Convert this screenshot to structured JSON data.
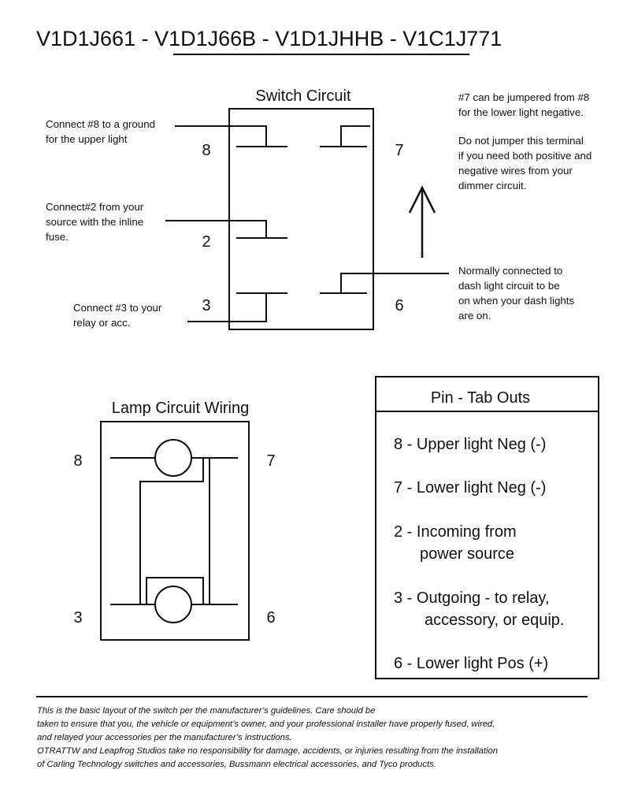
{
  "title": {
    "part1": "V1D1J661",
    "sep1": " - ",
    "part2": "V1D1J66B",
    "sep2": " - ",
    "part3": "V1D1JHHB",
    "sep3": " - ",
    "part4": "V1C1J771"
  },
  "switch_circuit": {
    "title": "Switch Circuit",
    "pins": {
      "p8": "8",
      "p7": "7",
      "p2": "2",
      "p3": "3",
      "p6": "6"
    },
    "notes": {
      "n8": [
        "Connect #8 to a ground",
        "for the upper light"
      ],
      "n2": [
        "Connect#2 from your",
        "source with the inline",
        "fuse."
      ],
      "n3": [
        "Connect #3 to your",
        "relay or acc."
      ],
      "n7a": [
        "#7 can be jumpered from #8",
        "for the lower light negative."
      ],
      "n7b": [
        "Do not jumper this terminal",
        "if you need both positive and",
        "negative wires from your",
        "dimmer circuit."
      ],
      "n6": [
        "Normally connected to",
        "dash light circuit to be",
        "on when your dash lights",
        "are on."
      ]
    }
  },
  "lamp_circuit": {
    "title": "Lamp Circuit Wiring",
    "pins": {
      "p8": "8",
      "p7": "7",
      "p3": "3",
      "p6": "6"
    }
  },
  "pin_table": {
    "title": "Pin - Tab Outs",
    "rows": [
      {
        "lines": [
          "8 - Upper light Neg (-)"
        ]
      },
      {
        "lines": [
          "7 - Lower light Neg (-)"
        ]
      },
      {
        "lines": [
          "2 - Incoming from",
          "power source"
        ]
      },
      {
        "lines": [
          "3 - Outgoing - to relay,",
          "accessory, or equip."
        ]
      },
      {
        "lines": [
          "6 - Lower light Pos (+)"
        ]
      }
    ]
  },
  "footer": {
    "lines": [
      "This is the basic layout of the switch per the manufacturer’s guidelines.  Care should be",
      "taken to ensure that you, the vehicle or equipment’s owner, and your professional installer have properly fused, wired,",
      "and relayed your accessories per the manufacturer’s instructions.",
      "OTRATTW and Leapfrog Studios take no responsibility for damage, accidents, or injuries resulting from the installation",
      "of Carling Technology switches and accessories, Bussmann electrical accessories, and Tyco products."
    ]
  }
}
